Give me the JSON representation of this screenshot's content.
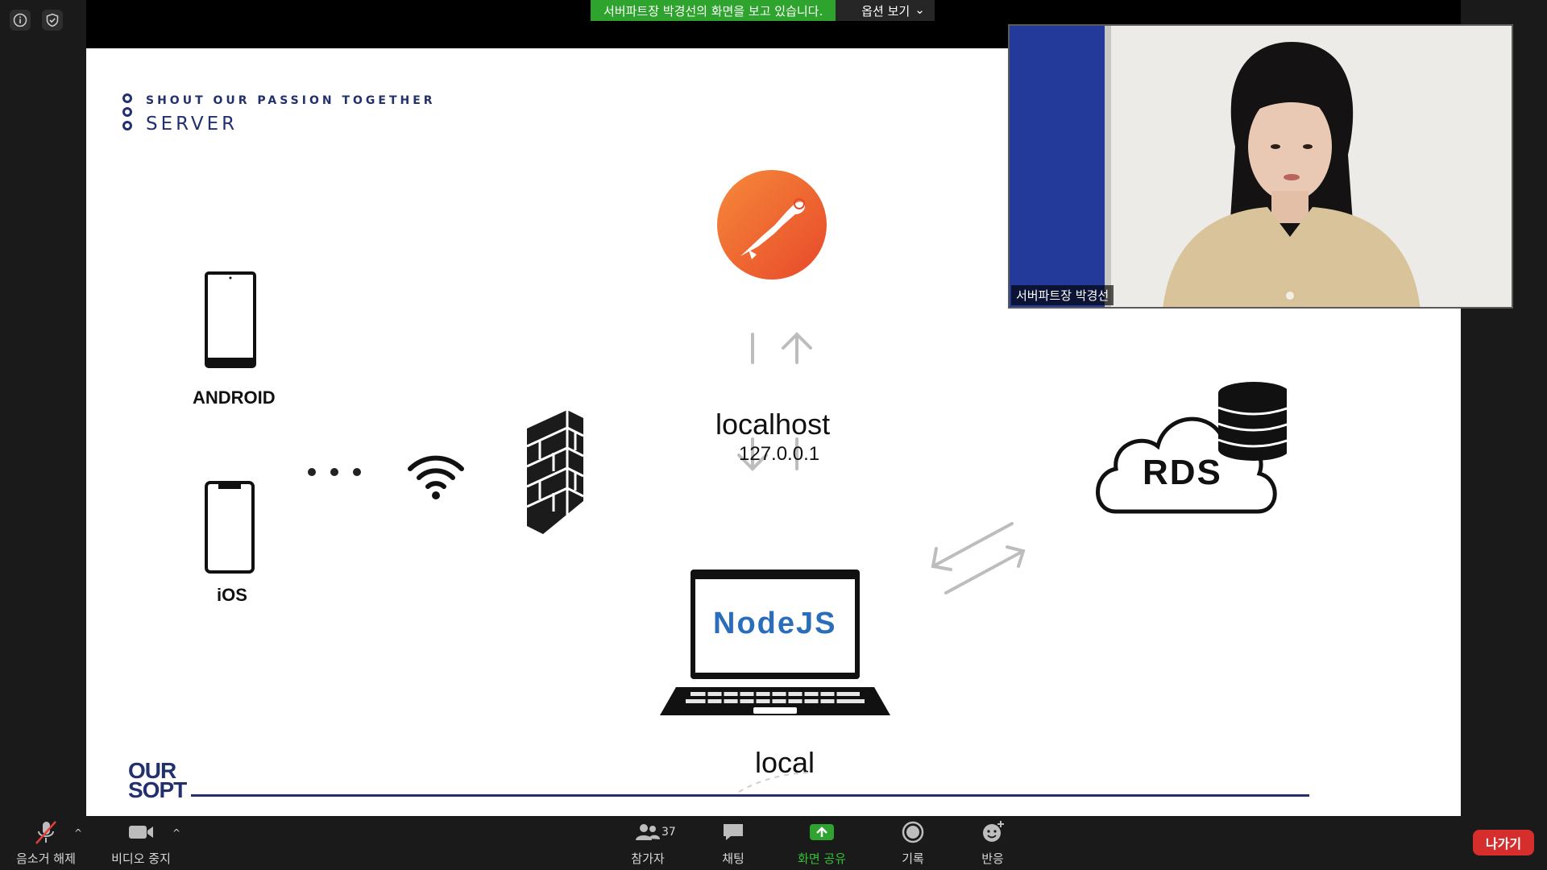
{
  "banner": {
    "viewing_text": "서버파트장 박경선의 화면을 보고 있습니다.",
    "options_label": "옵션 보기"
  },
  "slide": {
    "tagline": "SHOUT OUR PASSION TOGETHER",
    "title": "SERVER",
    "android_label": "ANDROID",
    "ios_label": "iOS",
    "localhost_label": "localhost",
    "localhost_ip": "127.0.0.1",
    "nodejs_label": "NodeJS",
    "local_label": "local",
    "rds_label": "RDS",
    "logo_line1": "OUR",
    "logo_line2": "SOPT"
  },
  "video": {
    "participant_name": "서버파트장 박경선"
  },
  "toolbar": {
    "unmute_label": "음소거 해제",
    "stop_video_label": "비디오 중지",
    "participants_label": "참가자",
    "participants_count": "37",
    "chat_label": "채팅",
    "share_screen_label": "화면 공유",
    "record_label": "기록",
    "reactions_label": "반응",
    "leave_label": "나가기"
  },
  "colors": {
    "share_green": "#2ea32e",
    "leave_red": "#d62d2d",
    "slide_navy": "#23306e",
    "postman_orange": "#ef5b25",
    "nodejs_blue": "#2a6ebb"
  },
  "icons": [
    "info-icon",
    "shield-icon",
    "microphone-muted-icon",
    "video-camera-icon",
    "participants-icon",
    "chat-icon",
    "share-screen-icon",
    "record-icon",
    "reactions-icon"
  ]
}
